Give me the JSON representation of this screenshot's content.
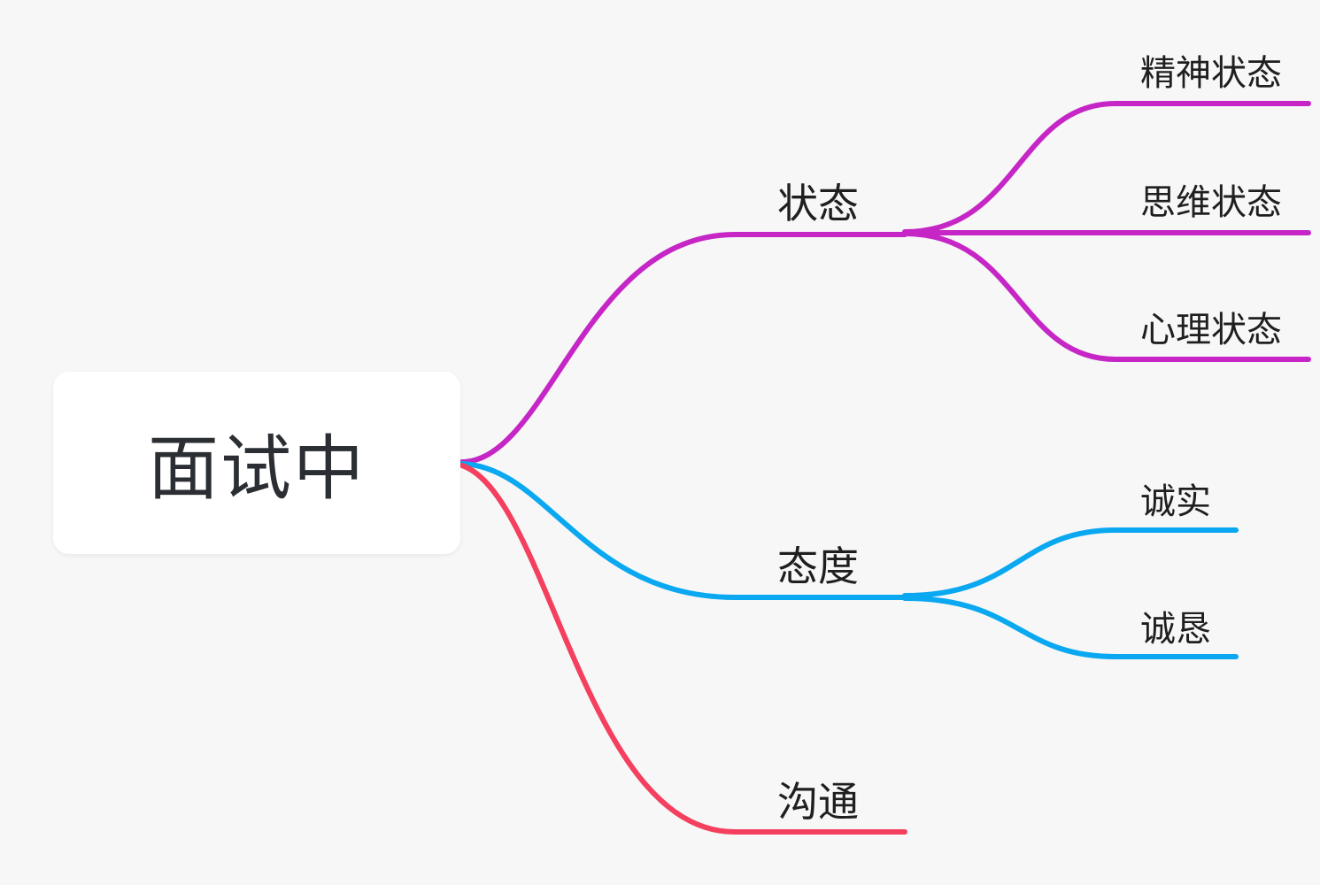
{
  "root": {
    "label": "面试中"
  },
  "branches": [
    {
      "label": "状态",
      "color": "#c526c5",
      "children": [
        {
          "label": "精神状态"
        },
        {
          "label": "思维状态"
        },
        {
          "label": "心理状态"
        }
      ]
    },
    {
      "label": "态度",
      "color": "#0aa8f0",
      "children": [
        {
          "label": "诚实"
        },
        {
          "label": "诚恳"
        }
      ]
    },
    {
      "label": "沟通",
      "color": "#f43f5e",
      "children": []
    }
  ]
}
